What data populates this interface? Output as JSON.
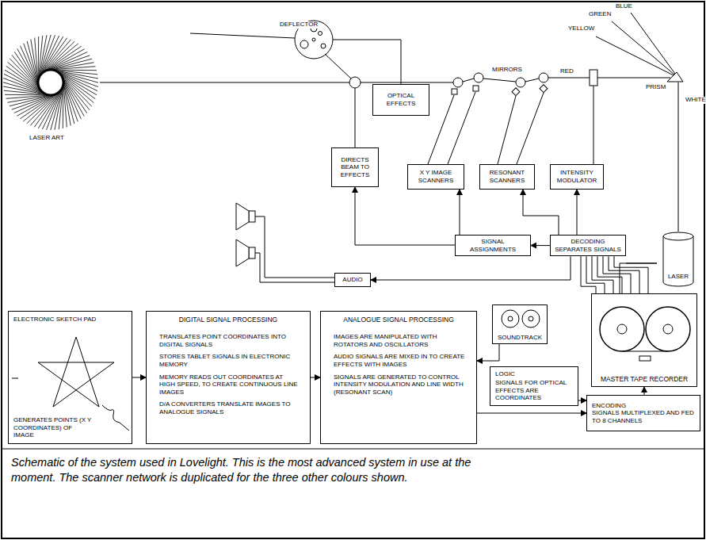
{
  "diagram": {
    "caption": "Schematic of the system used in Lovelight. This is the most advanced system in use at the moment. The scanner network is duplicated for the three other colours shown.",
    "nodes": [
      {
        "text": [
          "OPTICAL EFFECTS"
        ]
      },
      {
        "text": [
          "DIRECTS BEAM TO EFFECTS"
        ]
      },
      {
        "text": [
          "X Y IMAGE SCANNERS"
        ]
      },
      {
        "text": [
          "RESONANT SCANNERS"
        ]
      },
      {
        "text": [
          "INTENSITY MODULATOR"
        ]
      },
      {
        "text": [
          "SIGNAL ASSIGNMENTS"
        ]
      },
      {
        "text": [
          "DECODING SEPARATES SIGNALS"
        ]
      },
      {
        "text": [
          "AUDIO"
        ]
      },
      {
        "text": [
          "ELECTRONIC SKETCH PAD",
          "GENERATES POINTS (X Y COORDINATES) OF IMAGE"
        ]
      },
      {
        "text": [
          "DIGITAL SIGNAL PROCESSING",
          "TRANSLATES POINT COORDINATES INTO DIGITAL SIGNALS",
          "STORES TABLET SIGNALS IN ELECTRONIC MEMORY",
          "MEMORY READS OUT COORDINATES AT HIGH SPEED, TO CREATE CONTINUOUS LINE IMAGES",
          "D/A CONVERTERS TRANSLATE IMAGES TO ANALOGUE SIGNALS"
        ]
      },
      {
        "text": [
          "ANALOGUE SIGNAL PROCESSING",
          "IMAGES ARE MANIPULATED WITH ROTATORS AND OSCILLATORS",
          "AUDIO SIGNALS ARE MIXED IN TO CREATE EFFECTS WITH IMAGES",
          "SIGNALS ARE GENERATED TO CONTROL INTENSITY MODULATION AND LINE WIDTH (RESONANT SCAN)"
        ]
      },
      {
        "text": [
          "SOUNDTRACK"
        ]
      },
      {
        "text": [
          "MASTER TAPE RECORDER"
        ]
      },
      {
        "text": [
          "LOGIC",
          "SIGNALS FOR OPTICAL EFFECTS ARE COORDINATES"
        ]
      },
      {
        "text": [
          "ENCODING",
          "SIGNALS MULTIPLEXED AND FED TO 8 CHANNELS"
        ]
      },
      {
        "text": [
          "LASER"
        ]
      }
    ],
    "edges": [
      {
        "from": 6,
        "to": 5,
        "arrow": "to"
      },
      {
        "from": 6,
        "to": 4,
        "arrow": "to"
      },
      {
        "from": 6,
        "to": 3,
        "arrow": "to"
      },
      {
        "from": 5,
        "to": 2,
        "arrow": "to"
      },
      {
        "from": 5,
        "to": 1,
        "arrow": "to"
      },
      {
        "from": 6,
        "to": 7,
        "arrow": "to"
      },
      {
        "from": 12,
        "to": 6,
        "arrow": "none"
      },
      {
        "from": 8,
        "to": 9,
        "arrow": "to"
      },
      {
        "from": 9,
        "to": 10,
        "arrow": "to"
      },
      {
        "from": 10,
        "to": 14,
        "arrow": "to"
      },
      {
        "from": 11,
        "to": 10,
        "arrow": "to"
      },
      {
        "from": 13,
        "to": 14,
        "arrow": "to"
      },
      {
        "from": 14,
        "to": 12,
        "arrow": "to"
      }
    ],
    "labels": [
      "LASER ART",
      "DEFLECTOR",
      "MIRRORS",
      "RED",
      "YELLOW",
      "GREEN",
      "BLUE",
      "PRISM",
      "WHITE"
    ]
  }
}
